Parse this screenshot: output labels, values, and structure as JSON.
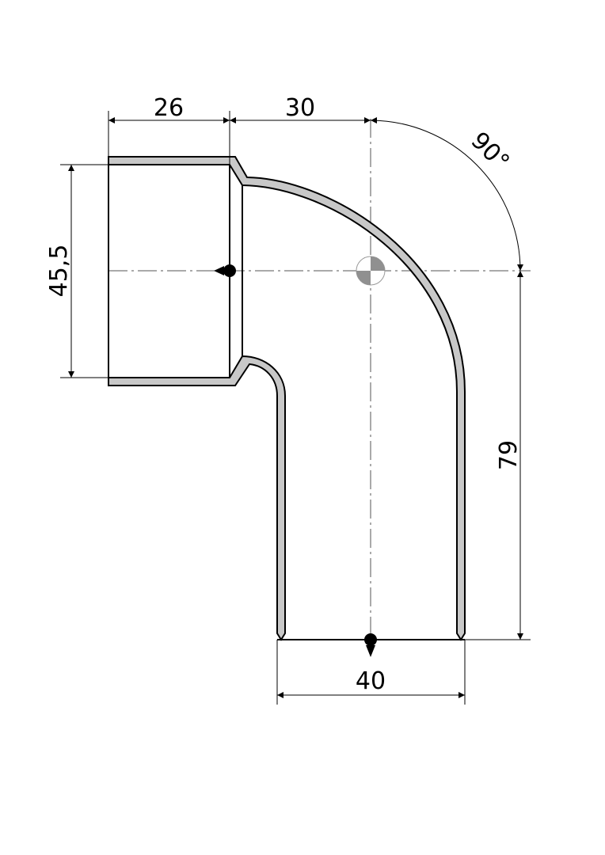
{
  "drawing": {
    "dimensions": {
      "socket_length": "26",
      "offset_to_center": "30",
      "socket_diameter": "45,5",
      "height_to_outlet": "79",
      "outlet_diameter": "40",
      "bend_angle": "90°"
    },
    "colors": {
      "wall_fill": "#c8c8c8",
      "line": "#000000",
      "center_mark": "#909090"
    }
  }
}
